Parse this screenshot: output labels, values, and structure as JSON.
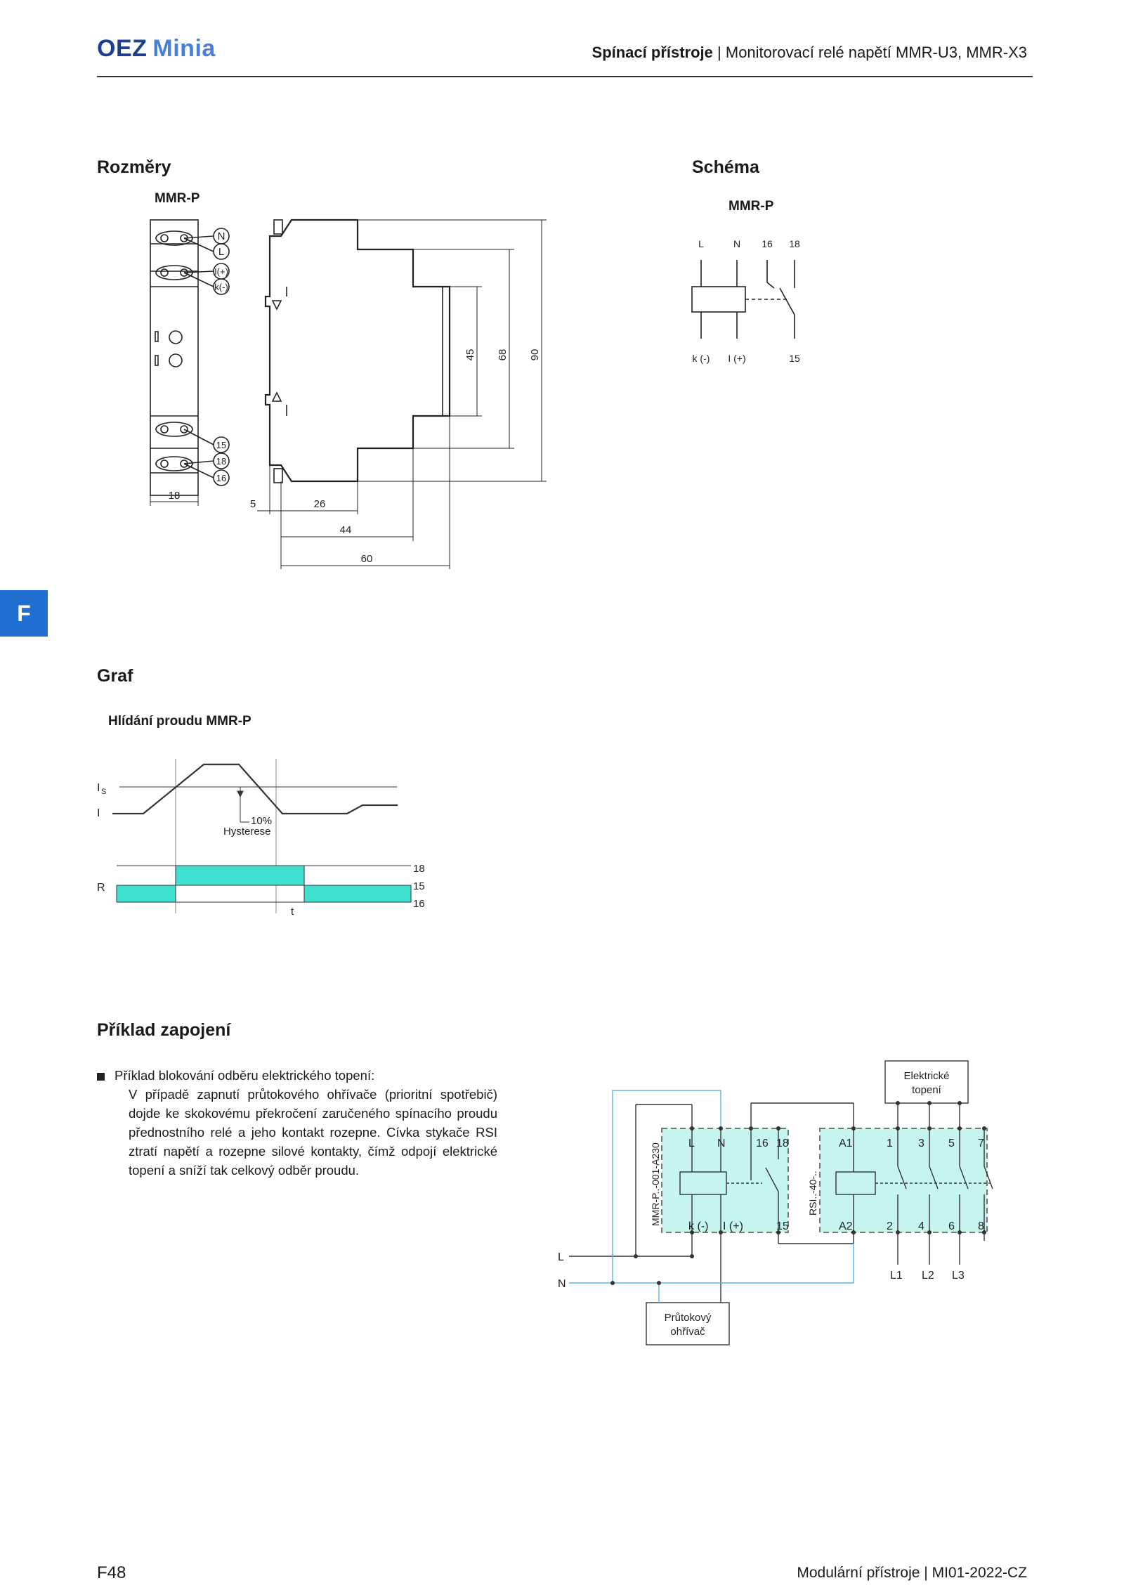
{
  "header": {
    "logo_brand": "OEZ",
    "logo_product": "Minia",
    "section_bold": "Spínací přístroje",
    "separator": "|",
    "section_title": "Monitorovací relé napětí MMR-U3, MMR-X3"
  },
  "side_tab": "F",
  "dimensions": {
    "heading": "Rozměry",
    "model": "MMR-P",
    "terminals_top": [
      "N",
      "L",
      "I(+)",
      "k(-)"
    ],
    "terminals_bottom": [
      "15",
      "18",
      "16"
    ],
    "dims": {
      "width_front": "18",
      "d5": "5",
      "d26": "26",
      "d44": "44",
      "d60": "60",
      "h45": "45",
      "h68": "68",
      "h90": "90"
    }
  },
  "schema": {
    "heading": "Schéma",
    "model": "MMR-P",
    "top_labels": [
      "L",
      "N",
      "16",
      "18"
    ],
    "bottom_labels": [
      "k (-)",
      "I (+)",
      "15"
    ]
  },
  "graph": {
    "heading": "Graf",
    "subheading": "Hlídání proudu MMR-P",
    "label_is": "I",
    "label_is_sub": "S",
    "label_i": "I",
    "label_r": "R",
    "hysteresis_pct": "10%",
    "hysteresis_label": "Hysterese",
    "time_label": "t",
    "contact_labels": [
      "18",
      "15",
      "16"
    ],
    "fill_color": "#3fe0d0"
  },
  "wiring": {
    "heading": "Příklad zapojení",
    "bullet_title": "Příklad blokování odběru elektrického topení:",
    "bullet_body": "V případě zapnutí průtokového ohřívače (prioritní spotřebič) dojde ke skokovému překročení zaručeného spínacího proudu přednostního relé a jeho kontakt rozepne. Cívka stykače RSI ztratí napětí a rozepne silové kontakty, čímž odpojí elektrické topení a sníží tak celkový odběr proudu.",
    "relay_label": "MMR-P..-001-A230",
    "contactor_label": "RSI..-40-..",
    "relay_top": [
      "L",
      "N",
      "16",
      "18"
    ],
    "relay_bottom": [
      "k (-)",
      "I (+)",
      "15"
    ],
    "contactor_top": [
      "A1",
      "1",
      "3",
      "5",
      "7"
    ],
    "contactor_bottom": [
      "A2",
      "2",
      "4",
      "6",
      "8"
    ],
    "phases": [
      "L1",
      "L2",
      "L3"
    ],
    "line_l": "L",
    "line_n": "N",
    "heating_box": [
      "Elektrické",
      "topení"
    ],
    "heater_box": [
      "Průtokový",
      "ohřívač"
    ],
    "module_color": "#c6f4ee",
    "n_line_color": "#55b9e6"
  },
  "footer": {
    "page": "F48",
    "catalog": "Modulární přístroje",
    "separator": "|",
    "catalog_code": "MI01-2022-CZ"
  }
}
